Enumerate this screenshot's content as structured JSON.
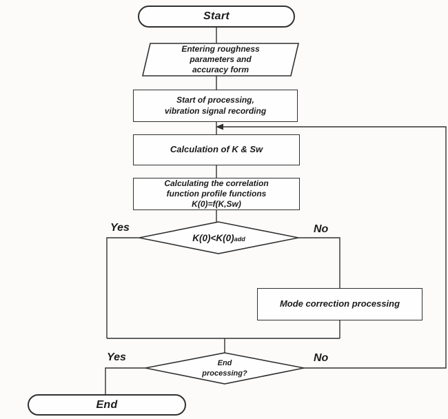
{
  "flowchart": {
    "nodes": {
      "start": {
        "type": "terminator",
        "label": "Start"
      },
      "input": {
        "type": "io",
        "lines": [
          "Entering roughness",
          "parameters and",
          "accuracy form"
        ]
      },
      "recording": {
        "type": "process",
        "lines": [
          "Start of processing,",
          "vibration signal recording"
        ]
      },
      "calculation": {
        "type": "process",
        "label": "Calculation of K & Sw"
      },
      "correlation": {
        "type": "process",
        "lines": [
          "Calculating the correlation",
          "function profile functions",
          "K(0)=f(K,Sw)"
        ]
      },
      "k0_decision": {
        "type": "decision",
        "label": "K(0)<K(0)",
        "subscript": "add"
      },
      "mode_correction": {
        "type": "process",
        "label": "Mode correction processing"
      },
      "end_decision": {
        "type": "decision",
        "lines": [
          "End",
          "processing?"
        ]
      },
      "end": {
        "type": "terminator",
        "label": "End"
      }
    },
    "edge_labels": {
      "k0_yes": "Yes",
      "k0_no": "No",
      "end_yes": "Yes",
      "end_no": "No"
    },
    "colors": {
      "line": "#2f2f2f",
      "text": "#1b1b1b",
      "background": "#fcfbfa",
      "node_fill": "#fefefe"
    }
  }
}
